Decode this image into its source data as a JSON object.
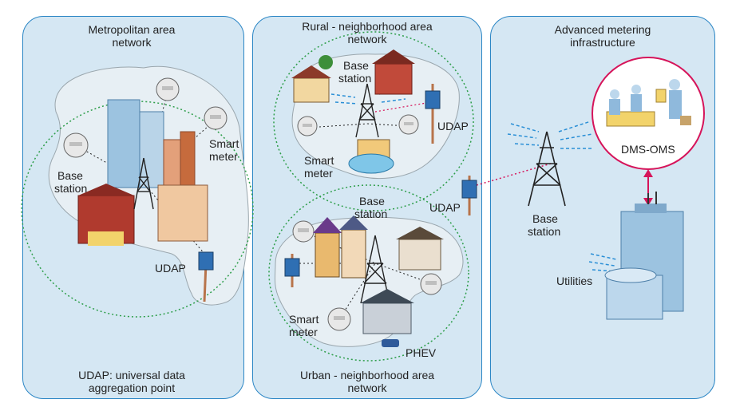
{
  "panels": {
    "metro": {
      "title_line1": "Metropolitan area",
      "title_line2": "network"
    },
    "rural": {
      "title_line1": "Rural - neighborhood area",
      "title_line2": "network"
    },
    "ami": {
      "title_line1": "Advanced metering",
      "title_line2": "infrastructure"
    }
  },
  "urban_title": {
    "line1": "Urban - neighborhood area",
    "line2": "network"
  },
  "labels": {
    "base": "Base",
    "station": "station",
    "smart": "Smart",
    "meter": "meter",
    "udap": "UDAP",
    "phev": "PHEV",
    "dms_oms": "DMS-OMS",
    "utilities": "Utilities"
  },
  "footnote": {
    "line1": "UDAP: universal data",
    "line2": "aggregation point"
  },
  "colors": {
    "panel_fill": "#d5e7f3",
    "panel_border": "#2b86c5",
    "network_circle": "#2e9e4a",
    "dms_link": "#d6145a",
    "signal": "#2a8fd6"
  }
}
